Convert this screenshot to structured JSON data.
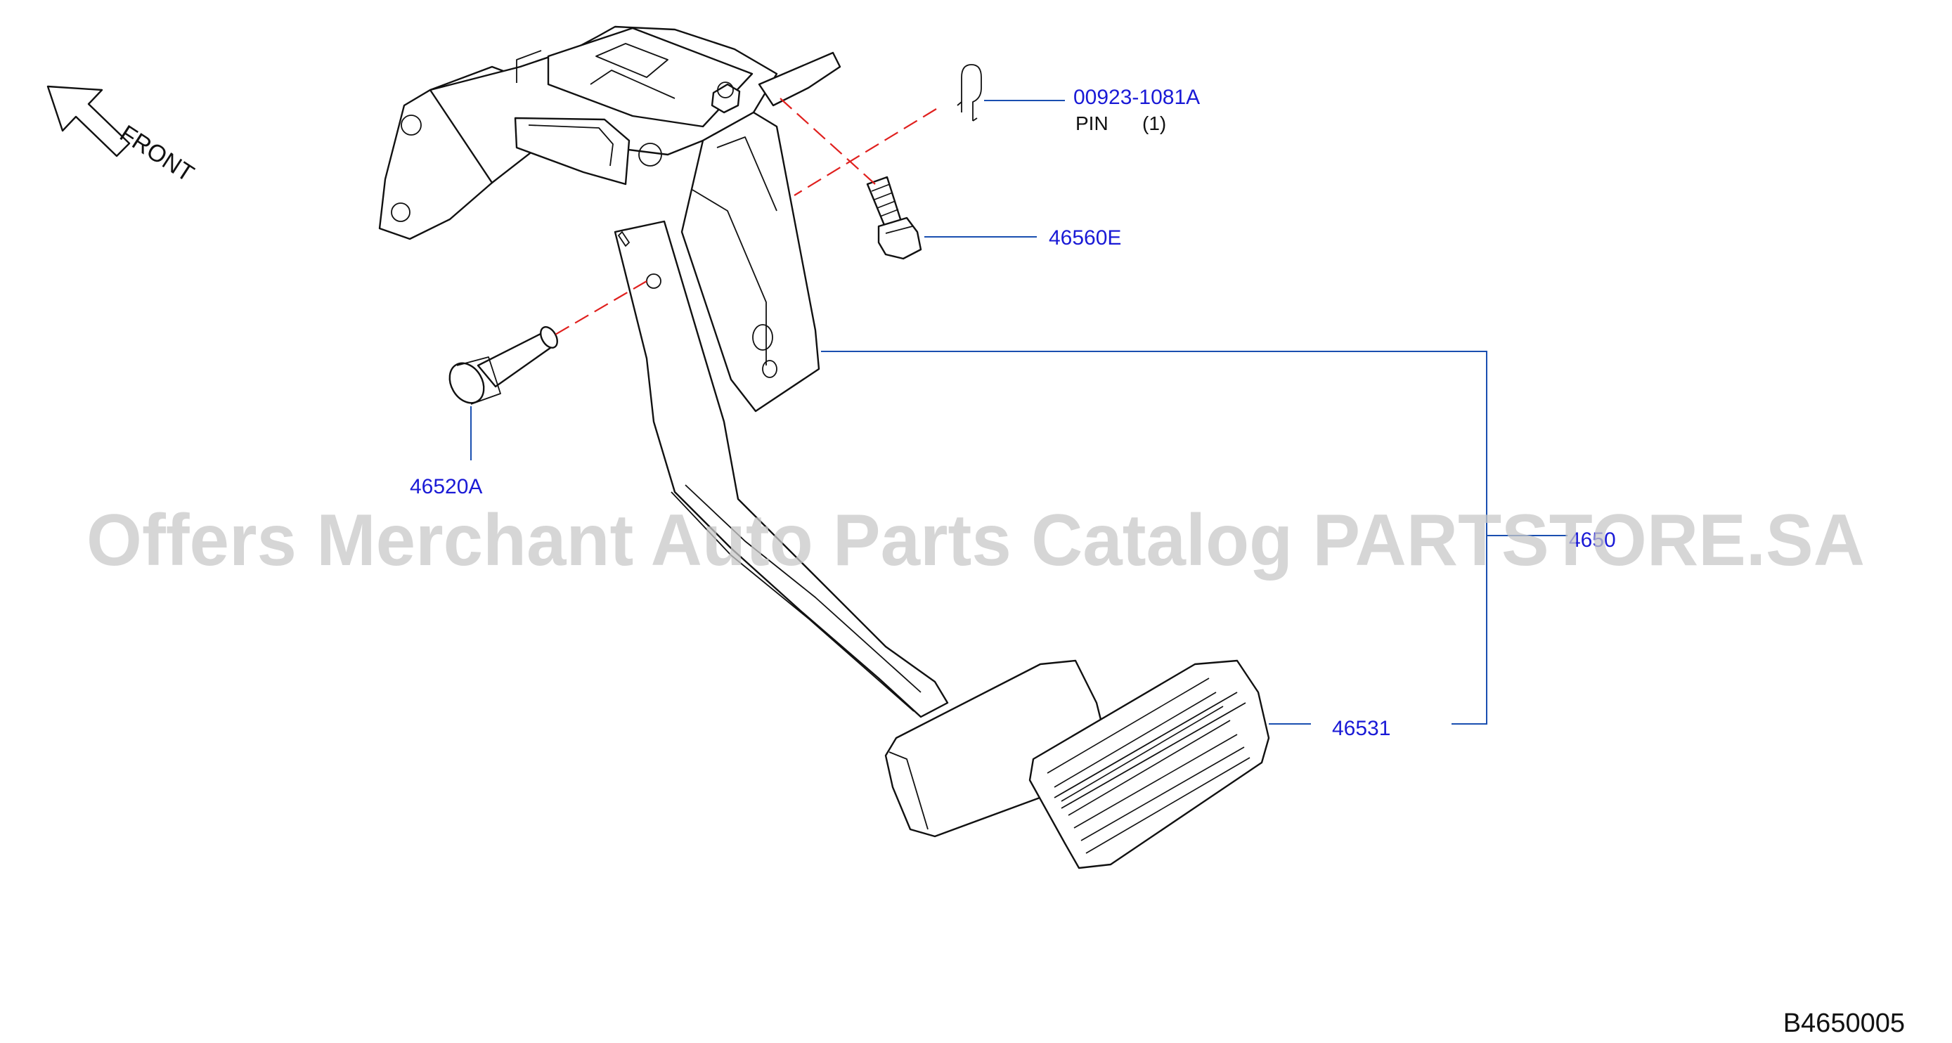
{
  "diagram": {
    "orientation_label": "FRONT",
    "watermark": "Offers Merchant Auto Parts Catalog PARTSTORE.SA",
    "reference_code": "B4650005",
    "parts": [
      {
        "id": "clip",
        "number": "00923-1081A",
        "description": "PIN",
        "quantity": "(1)"
      },
      {
        "id": "bolt",
        "number": "46560E"
      },
      {
        "id": "pin",
        "number": "46520A"
      },
      {
        "id": "assembly",
        "number": "4650"
      },
      {
        "id": "pad",
        "number": "46531"
      }
    ],
    "colors": {
      "label_text": "#1a1ad6",
      "leader_line": "#1a4fb0",
      "hidden_line": "#e0201e",
      "watermark": "#c8c8c8"
    }
  }
}
